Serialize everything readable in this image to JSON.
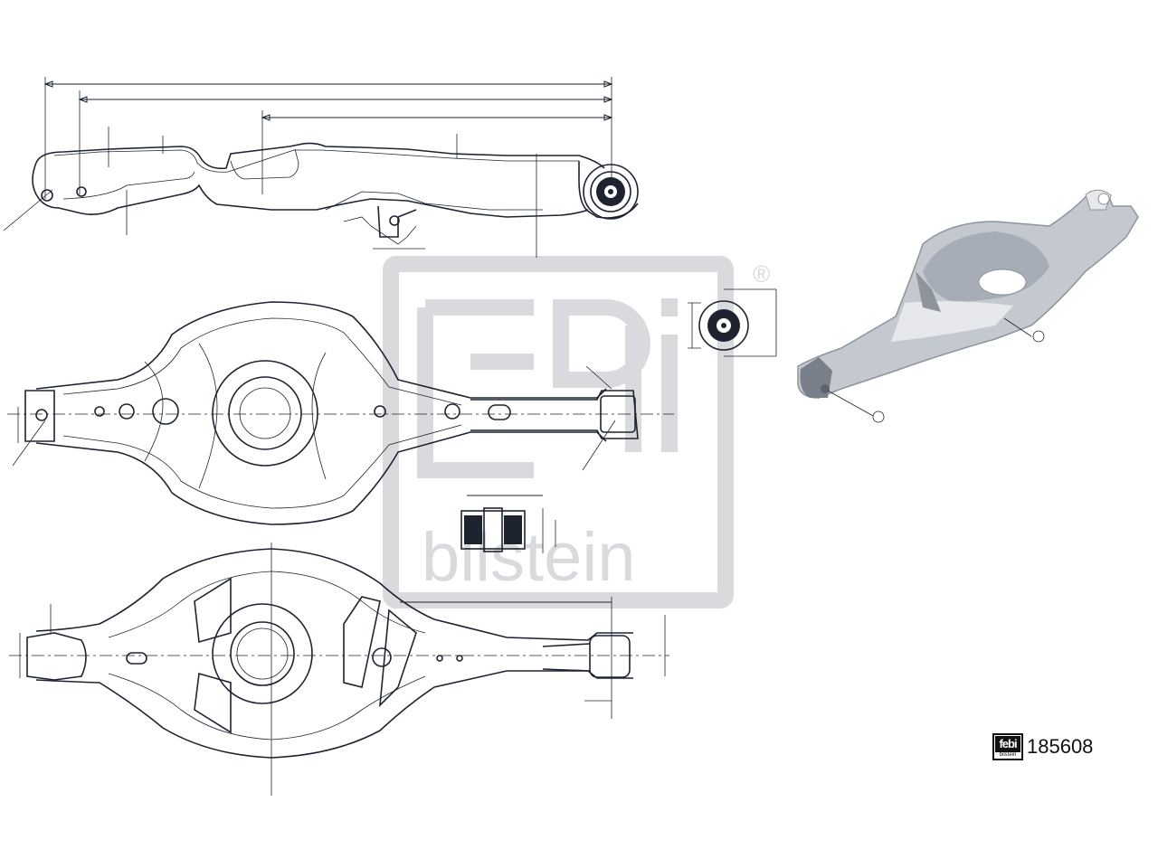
{
  "watermark": {
    "logo_text": "febi",
    "brand_text": "bilstein",
    "registered_mark": "®"
  },
  "badge": {
    "logo_text": "febi",
    "logo_subtext": "bilstein",
    "part_number": "185608"
  },
  "colors": {
    "line": "#1d2430",
    "watermark": "#d9dadd",
    "render_body": "#c4c8cf",
    "render_shadow": "#8e949e"
  }
}
